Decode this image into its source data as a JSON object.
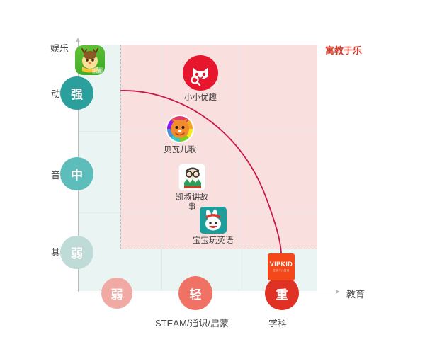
{
  "axes": {
    "y_end_label": "娱乐",
    "x_end_label": "教育",
    "y_ticks": [
      {
        "label": "动画",
        "bubble": "强",
        "color": "#2b9f9c"
      },
      {
        "label": "音频",
        "bubble": "中",
        "color": "#5cbdbb"
      },
      {
        "label": "其他",
        "bubble": "弱",
        "color": "#bfdbd8"
      }
    ],
    "x_ticks": [
      {
        "bubble": "弱",
        "label": "",
        "color": "#f0a9a3"
      },
      {
        "bubble": "轻",
        "label": "STEAM/通识/启蒙",
        "color": "#ef7265"
      },
      {
        "bubble": "重",
        "label": "学科",
        "color": "#e03224"
      }
    ]
  },
  "annotation": {
    "text": "寓教于乐",
    "color": "#d63c2c"
  },
  "regions": {
    "mint_color": "#eaf4f3",
    "pink_color": "#fadfdf",
    "curve_color": "#c9184a"
  },
  "apps": [
    {
      "name": "萌鹿",
      "label": "",
      "icon": "deer-app-icon"
    },
    {
      "name": "小小优趣",
      "label": "小小优趣",
      "icon": "cat-app-icon"
    },
    {
      "name": "贝瓦儿歌",
      "label": "贝瓦儿歌",
      "icon": "beva-app-icon"
    },
    {
      "name": "凯叔讲故事",
      "label": "凯叔讲故\n事",
      "icon": "kaishu-app-icon"
    },
    {
      "name": "宝宝玩英语",
      "label": "宝宝玩英语",
      "icon": "bbwyy-app-icon"
    },
    {
      "name": "VIPKID",
      "label": "",
      "icon": "vipkid-app-icon",
      "logo_text": "VIPKID",
      "logo_sub": "在线少儿英语"
    }
  ],
  "chart_data": {
    "type": "scatter",
    "title": "",
    "xlabel": "教育",
    "ylabel": "娱乐",
    "x_categories": [
      "弱",
      "轻",
      "重"
    ],
    "y_categories": [
      "强",
      "中",
      "弱"
    ],
    "annotations": [
      "寓教于乐"
    ],
    "points": [
      {
        "label": "萌鹿",
        "x": "弱",
        "y": "强"
      },
      {
        "label": "小小优趣",
        "x": "轻",
        "y": "强"
      },
      {
        "label": "贝瓦儿歌",
        "x": "轻",
        "y": "中强"
      },
      {
        "label": "凯叔讲故事",
        "x": "轻",
        "y": "中"
      },
      {
        "label": "宝宝玩英语",
        "x": "轻",
        "y": "弱"
      },
      {
        "label": "VIPKID",
        "x": "重",
        "y": "其他"
      }
    ],
    "frontier_curve": "寓教于乐 frontier arc from (强,轻) to (弱,重)"
  }
}
